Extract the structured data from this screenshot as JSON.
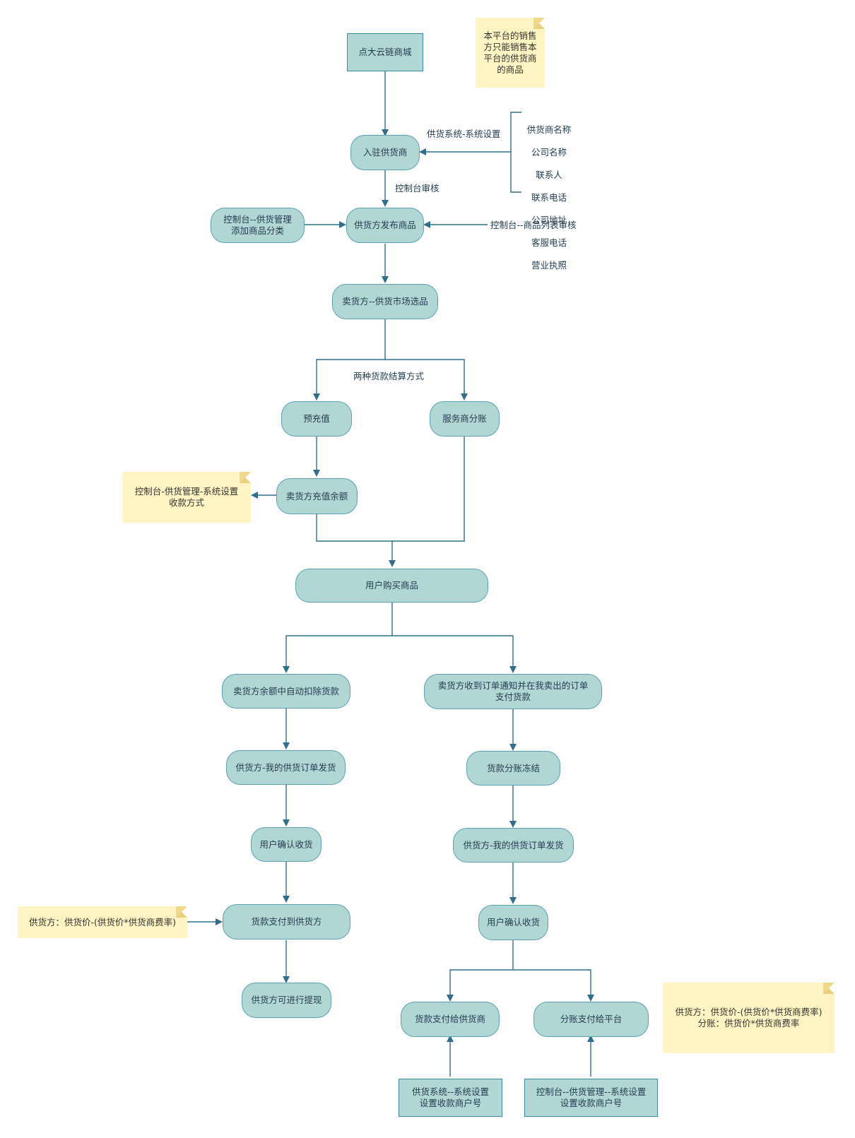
{
  "nodes": {
    "mall": "点大云链商城",
    "join_supplier": "入驻供货商",
    "console_add_category": "控制台--供货管理\n添加商品分类",
    "supplier_publish": "供货方发布商品",
    "seller_select": "卖货方--供货市场选品",
    "prepay": "预充值",
    "split_service": "服务商分账",
    "seller_recharge_balance": "卖货方充值余额",
    "user_buy": "用户购买商品",
    "auto_deduct": "卖货方余额中自动扣除货款",
    "order_notify_pay": "卖货方收到订单通知并在我卖出的订单\n支付货款",
    "left_supplier_ship": "供货方-我的供货订单发货",
    "payment_freeze": "货款分账冻结",
    "left_user_confirm": "用户确认收货",
    "right_supplier_ship": "供货方-我的供货订单发货",
    "left_pay_supplier": "货款支付到供货方",
    "right_user_confirm": "用户确认收货",
    "supplier_withdraw": "供货方可进行提现",
    "pay_to_supplier": "货款支付给供货商",
    "split_to_platform": "分账支付给平台",
    "supply_system_account": "供货系统--系统设置\n设置收款商户号",
    "console_supply_account": "控制台--供货管理--系统设置\n设置收款商户号"
  },
  "notes": {
    "platform_rule": "本平台的销售\n方只能销售本\n平台的供货商\n的商品",
    "payment_method": "控制台-供货管理-系统设置\n收款方式",
    "left_formula": "供货方：供货价-(供货价*供货商费率)",
    "right_formula": "供货方：供货价-(供货价*供货商费率)\n分账：供货价*供货商费率"
  },
  "labels": {
    "supply_settings": "供货系统-系统设置",
    "console_review": "控制台审核",
    "product_list_review": "控制台--商品列表审核",
    "two_settlement": "两种货款结算方式"
  },
  "supplier_fields": [
    "供货商名称",
    "公司名称",
    "联系人",
    "联系电话",
    "公司地址",
    "客服电话",
    "营业执照"
  ],
  "colors": {
    "node_fill": "#b1d7d5",
    "node_border": "#5aa1b4",
    "edge": "#2f6f8c",
    "note_fill": "#fff4c3"
  }
}
